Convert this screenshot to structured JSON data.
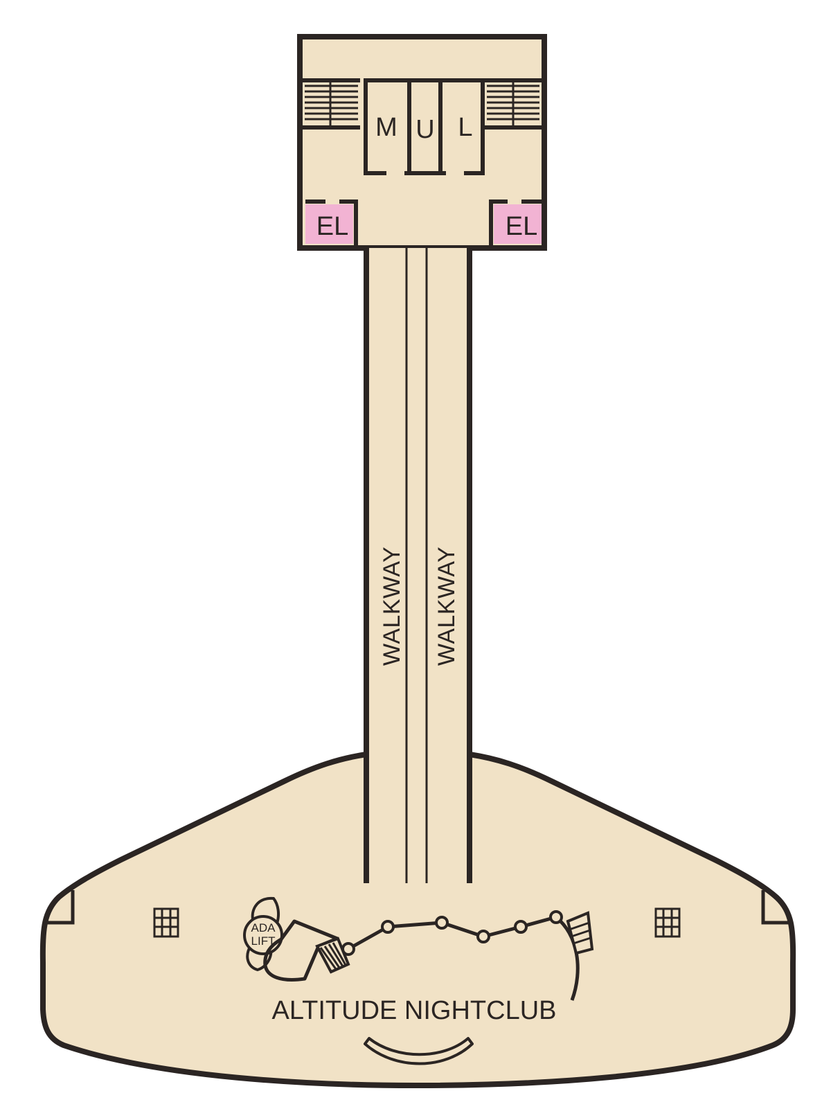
{
  "colors": {
    "floor": "#F1E2C6",
    "outline": "#2B2523",
    "elevator": "#F2B3D3",
    "background": "#FFFFFF"
  },
  "rooms": {
    "restroom_m": "M",
    "restroom_u": "U",
    "restroom_l": "L",
    "elevator_left": "EL",
    "elevator_right": "EL"
  },
  "walkways": {
    "left": "WALKWAY",
    "right": "WALKWAY"
  },
  "ada_lift": {
    "line1": "ADA",
    "line2": "LIFT"
  },
  "venue": {
    "name": "ALTITUDE NIGHTCLUB"
  },
  "icons": {
    "stairs": "stairs-icon",
    "window_grid": "window-grid-icon",
    "stage_arc": "stage-arc-icon"
  }
}
